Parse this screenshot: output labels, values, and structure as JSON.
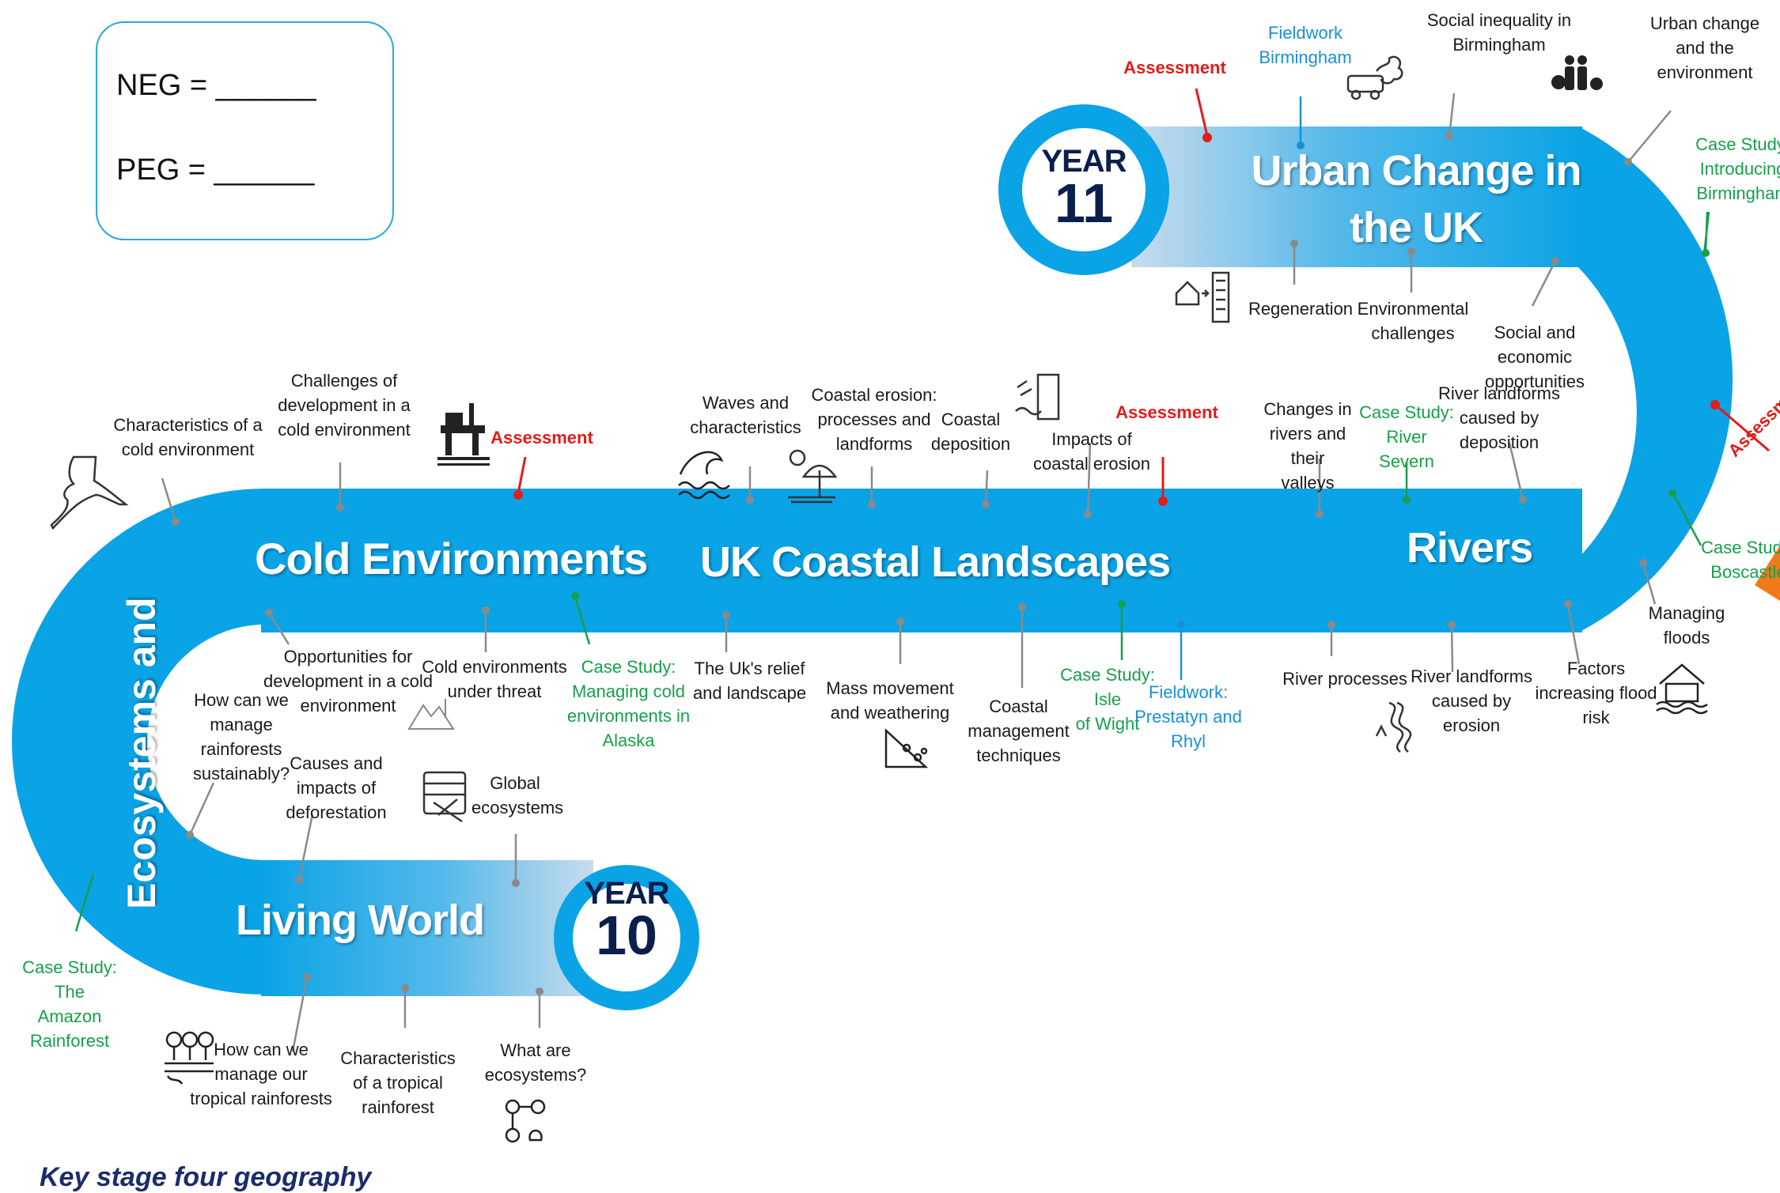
{
  "scores": {
    "neg_label": "NEG = ______",
    "peg_label": "PEG = ______"
  },
  "years": {
    "year11": {
      "word": "YEAR",
      "number": "11"
    },
    "year10": {
      "word": "YEAR",
      "number": "10"
    }
  },
  "units": {
    "urban": "Urban Change in\nthe UK",
    "cold": "Cold Environments",
    "coastal": "UK Coastal Landscapes",
    "rivers": "Rivers",
    "ecosystems": "Ecosystems and",
    "living": "Living World"
  },
  "topics": {
    "fieldwork_birmingham": "Fieldwork\nBirmingham",
    "social_inequality": "Social inequality in\nBirmingham",
    "urban_change_env": "Urban change\nand the\nenvironment",
    "case_study_birmingham": "Case Study:\nIntroducing\nBirmingham",
    "regeneration": "Regeneration",
    "environmental_challenges": "Environmental\nchallenges",
    "social_economic": "Social and economic\nopportunities",
    "river_landforms_deposition": "River landforms\ncaused by\ndeposition",
    "case_study_severn": "Case Study:\nRiver Severn",
    "changes_in_rivers": "Changes in\nrivers and their\nvalleys",
    "case_study_boscastle": "Case Study:\nBoscastle",
    "managing_floods": "Managing\nfloods",
    "factors_flood_risk": "Factors\nincreasing flood\nrisk",
    "river_landforms_erosion": "River landforms\ncaused by\nerosion",
    "river_processes": "River processes",
    "impacts_coastal_erosion": "Impacts of\ncoastal erosion",
    "coastal_deposition": "Coastal\ndeposition",
    "coastal_erosion": "Coastal erosion:\nprocesses and\nlandforms",
    "waves": "Waves and\ncharacteristics",
    "uk_relief": "The Uk's relief\nand landscape",
    "mass_movement": "Mass movement\nand weathering",
    "coastal_management": "Coastal\nmanagement\ntechniques",
    "case_study_wight": "Case Study: Isle\nof Wight",
    "fieldwork_prestatyn": "Fieldwork:\nPrestatyn and\nRhyl",
    "challenges_cold": "Challenges of\ndevelopment in a\ncold environment",
    "characteristics_cold": "Characteristics of a\ncold environment",
    "opportunities_cold": "Opportunities for\ndevelopment in a cold\nenvironment",
    "cold_threat": "Cold environments\nunder threat",
    "case_study_alaska": "Case Study:\nManaging cold\nenvironments in\nAlaska",
    "manage_sustainably": "How can we\nmanage\nrainforests\nsustainably?",
    "deforestation": "Causes and\nimpacts of\ndeforestation",
    "global_ecosystems": "Global\necosystems",
    "case_study_amazon": "Case Study: The\nAmazon\nRainforest",
    "manage_tropical": "How can we\nmanage our\ntropical rainforests",
    "characteristics_tropical": "Characteristics\nof a tropical\nrainforest",
    "what_ecosystems": "What are\necosystems?",
    "assessment": "Assessment"
  },
  "footer": "Key stage four geography",
  "colors": {
    "road": "#0aa3e6",
    "road_fade": "#c7dced",
    "assessment": "#e31b1b",
    "case_study": "#16a04a",
    "fieldwork": "#1a8fd8",
    "year_text": "#0a1f4d",
    "connector": "#8a8a8a"
  },
  "icons": [
    "pollution-car-icon",
    "family-money-icon",
    "house-building-icon",
    "oil-rig-icon",
    "alaska-map-icon",
    "wave-icon",
    "beach-umbrella-icon",
    "cliff-erosion-icon",
    "landslide-icon",
    "mountain-snow-icon",
    "ecosystem-grid-icon",
    "river-meander-icon",
    "flooded-house-icon",
    "forest-fence-icon",
    "ecosystem-cycle-icon",
    "orange-arrow-icon"
  ]
}
